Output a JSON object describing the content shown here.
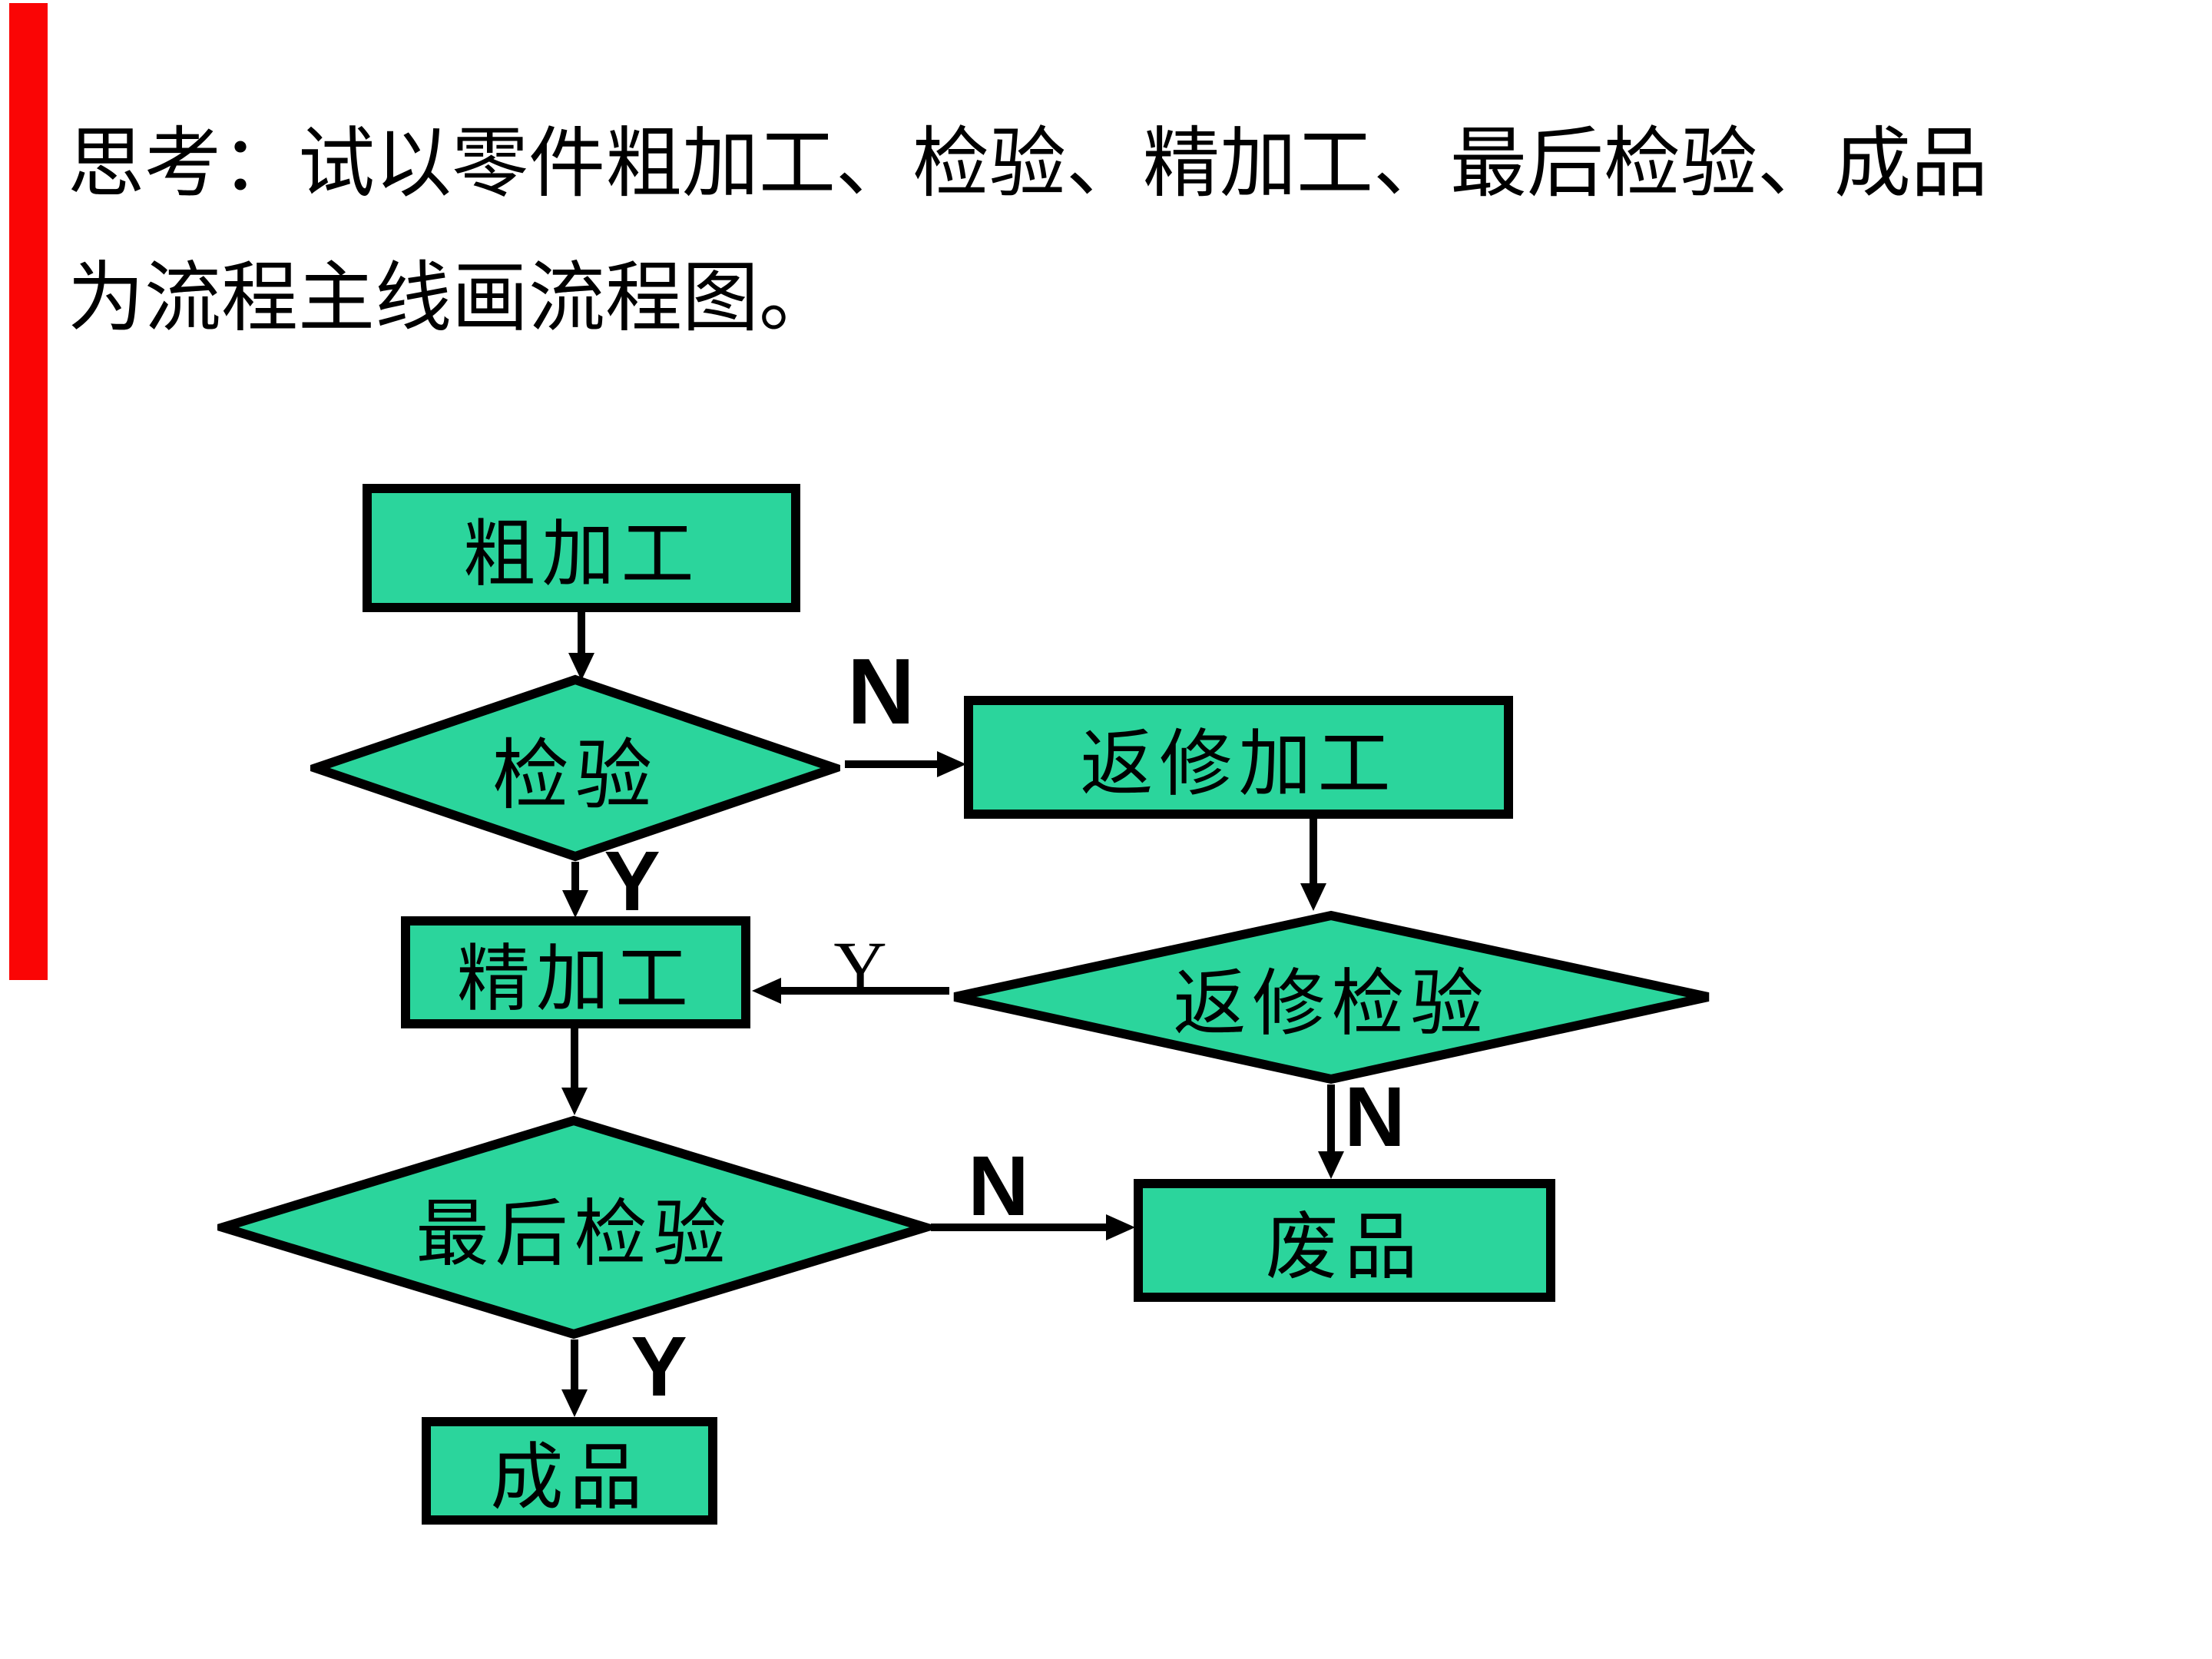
{
  "title": {
    "line1": "思考：试以零件粗加工、检验、精加工、最后检验、成品",
    "line2": "为流程主线画流程图。"
  },
  "nodes": {
    "rough_machining": "粗加工",
    "inspection": "检验",
    "rework_machining": "返修加工",
    "fine_machining": "精加工",
    "rework_inspection": "返修检验",
    "final_inspection": "最后检验",
    "scrap": "废品",
    "finished_product": "成品"
  },
  "edge_labels": {
    "inspection_no": "N",
    "inspection_yes": "Y",
    "rework_inspection_yes": "Y",
    "rework_inspection_no": "N",
    "final_inspection_no": "N",
    "final_inspection_yes": "Y"
  },
  "colors": {
    "fill": "#2bd59c",
    "border": "#000000",
    "stripe": "#fa0505",
    "text": "#000000"
  }
}
